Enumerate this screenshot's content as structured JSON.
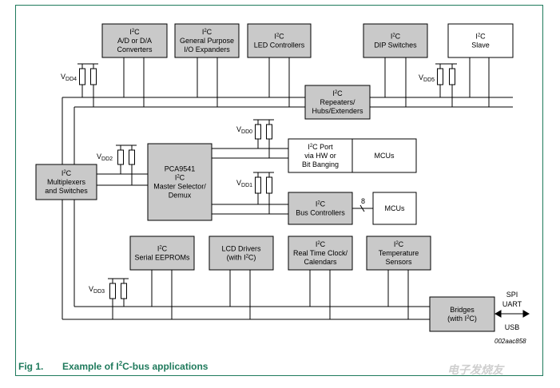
{
  "caption": {
    "fig": "Fig 1.",
    "title_pre": "Example of I",
    "title_sup": "2",
    "title_post": "C-bus applications"
  },
  "figure_code": "002aac858",
  "watermark": "电子发烧友",
  "blocks": {
    "ad_da": [
      "I2C",
      "A/D or D/A",
      "Converters"
    ],
    "gpio": [
      "I2C",
      "General Purpose",
      "I/O Expanders"
    ],
    "led": [
      "I2C",
      "LED Controllers"
    ],
    "dip": [
      "I2C",
      "DIP Switches"
    ],
    "slave": [
      "I2C",
      "Slave"
    ],
    "repeaters": [
      "I2C",
      "Repeaters/",
      "Hubs/Extenders"
    ],
    "mux": [
      "I2C",
      "Multiplexers",
      "and Switches"
    ],
    "pca": [
      "PCA9541",
      "I2C",
      "Master Selector/",
      "Demux"
    ],
    "port": [
      "I2C Port",
      "via HW or",
      "Bit Banging"
    ],
    "mcu1": [
      "MCUs"
    ],
    "bus_ctrl": [
      "I2C",
      "Bus Controllers"
    ],
    "mcu2": [
      "MCUs"
    ],
    "eeprom": [
      "I2C",
      "Serial EEPROMs"
    ],
    "lcd": [
      "LCD Drivers",
      "(with I2C)"
    ],
    "rtc": [
      "I2C",
      "Real Time Clock/",
      "Calendars"
    ],
    "temp": [
      "I2C",
      "Temperature",
      "Sensors"
    ],
    "bridges": [
      "Bridges",
      "(with I2C)"
    ]
  },
  "vdd_labels": {
    "vdd0": [
      "V",
      "DD0"
    ],
    "vdd1": [
      "V",
      "DD1"
    ],
    "vdd2": [
      "V",
      "DD2"
    ],
    "vdd3": [
      "V",
      "DD3"
    ],
    "vdd4": [
      "V",
      "DD4"
    ],
    "vdd5": [
      "V",
      "DD5"
    ]
  },
  "bus_width_label": "8",
  "bridge_outputs": [
    "SPI",
    "UART",
    "USB"
  ],
  "colors": {
    "block_fill": "#c9c9c9",
    "border": "#1f7a5c",
    "caption": "#1f7a5c"
  }
}
